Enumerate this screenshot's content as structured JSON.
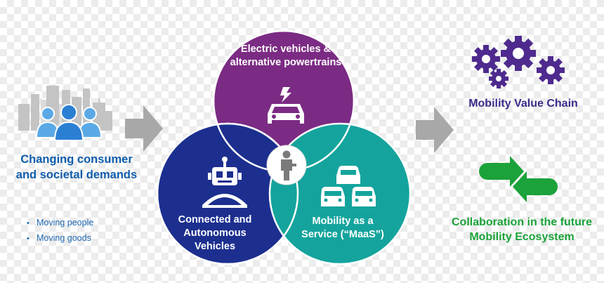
{
  "left": {
    "title": "Changing consumer and societal demands",
    "bullets": [
      "Moving people",
      "Moving goods"
    ]
  },
  "circles": {
    "ev_label": "Electric vehicles & alternative powertrains",
    "cav_label": "Connected and Autonomous Vehicles",
    "maas_label": "Mobility as a Service (“MaaS”)"
  },
  "right": {
    "value_chain_label": "Mobility Value Chain",
    "collaboration_label": "Collaboration in the future Mobility Ecosystem"
  },
  "icons": {
    "people": "people-group-icon",
    "skyline": "city-skyline-icon",
    "ev": "electric-car-icon",
    "robot": "robot-icon",
    "cars": "cars-group-icon",
    "person": "person-icon",
    "gears": "gears-icon",
    "collaboration": "collaboration-arrows-icon"
  },
  "colors": {
    "ev": "#7b2b83",
    "cav": "#1c2f8f",
    "maas": "#14a49d",
    "left_text": "#0f5dac",
    "gears": "#4e2a8e",
    "green": "#1ba23a",
    "arrow_gray": "#a8a8a8"
  }
}
